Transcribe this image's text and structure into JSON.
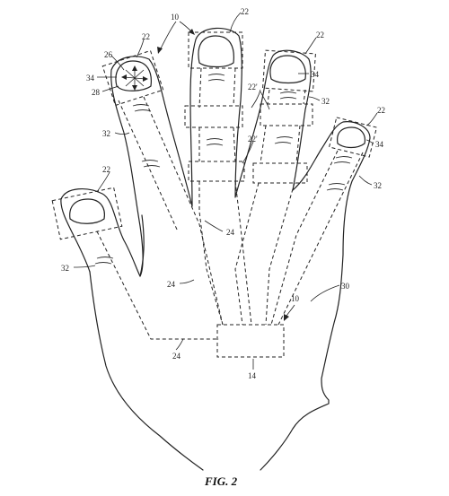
{
  "labels": {
    "l10_top": "10",
    "l22_middle": "22",
    "l22_index": "22",
    "l22_ring": "22",
    "l22_pinky": "22",
    "l22_thumb": "22",
    "l26": "26",
    "l34_index": "34",
    "l34_ring": "34",
    "l34_pinky": "34",
    "l28": "28",
    "l22p_upper": "22'",
    "l22p_lower": "22'",
    "l32_index_right": "32",
    "l32_index_left": "32",
    "l32_pinky": "32",
    "l32_thumb": "32",
    "l24_mid": "24",
    "l24_left": "24",
    "l24_bottom": "24",
    "l10_right": "10",
    "l30": "30",
    "l14": "14"
  },
  "caption": "FIG. 2"
}
